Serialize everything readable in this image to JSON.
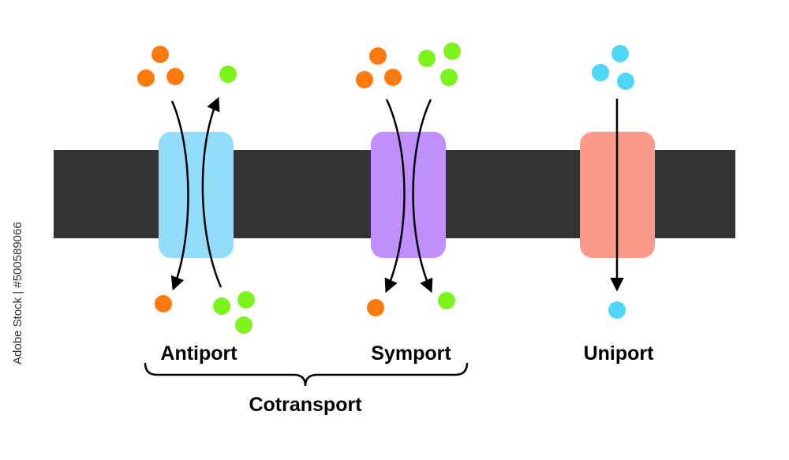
{
  "colors": {
    "membrane": "#333333",
    "antiport_channel": "#93dcfb",
    "symport_channel": "#c18ffc",
    "uniport_channel": "#fb9a8b",
    "orange_molecule": "#fd7a0f",
    "green_molecule": "#7ef21c",
    "blue_molecule": "#4fd6f7",
    "arrow": "#000000"
  },
  "labels": {
    "antiport": "Antiport",
    "symport": "Symport",
    "uniport": "Uniport",
    "cotransport": "Cotransport"
  },
  "watermark": {
    "stock_id": "Adobe Stock | #500589066"
  }
}
